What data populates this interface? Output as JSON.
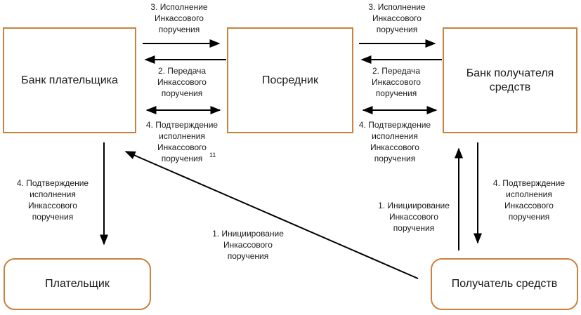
{
  "nodes": {
    "payer_bank": {
      "label": "Банк плательщика"
    },
    "intermediary": {
      "label": "Посредник"
    },
    "payee_bank": {
      "label": "Банк получателя\nсредств"
    },
    "payer": {
      "label": "Плательщик"
    },
    "payee": {
      "label": "Получатель средств"
    }
  },
  "edges": {
    "execution_left": {
      "label": "3. Исполнение\nИнкассового\nпоручения"
    },
    "execution_right": {
      "label": "3. Исполнение\nИнкассового\nпоручения"
    },
    "transfer_left": {
      "label": "2. Передача\nИнкассового\nпоручения"
    },
    "transfer_right": {
      "label": "2. Передача\nИнкассового\nпоручения"
    },
    "confirm_mid_left": {
      "label": "4. Подтверждение\nисполнения\nИнкассового\nпоручения",
      "superscript": "11"
    },
    "confirm_mid_right": {
      "label": "4. Подтверждение\nисполнения\nИнкассового\nпоручения"
    },
    "confirm_to_payer": {
      "label": "4. Подтверждение\nисполнения\nИнкассового\nпоручения"
    },
    "confirm_to_payee": {
      "label": "4. Подтверждение\nисполнения\nИнкассового\nпоручения"
    },
    "initiation_center": {
      "label": "1. Инициирование\nИнкассового\nпоручения"
    },
    "initiation_right": {
      "label": "1. Инициирование\nИнкассового\nпоручения"
    }
  },
  "colors": {
    "box_border": "#c8823c",
    "arrow": "#000000",
    "text": "#1a1a1a",
    "background": "#ffffff"
  }
}
